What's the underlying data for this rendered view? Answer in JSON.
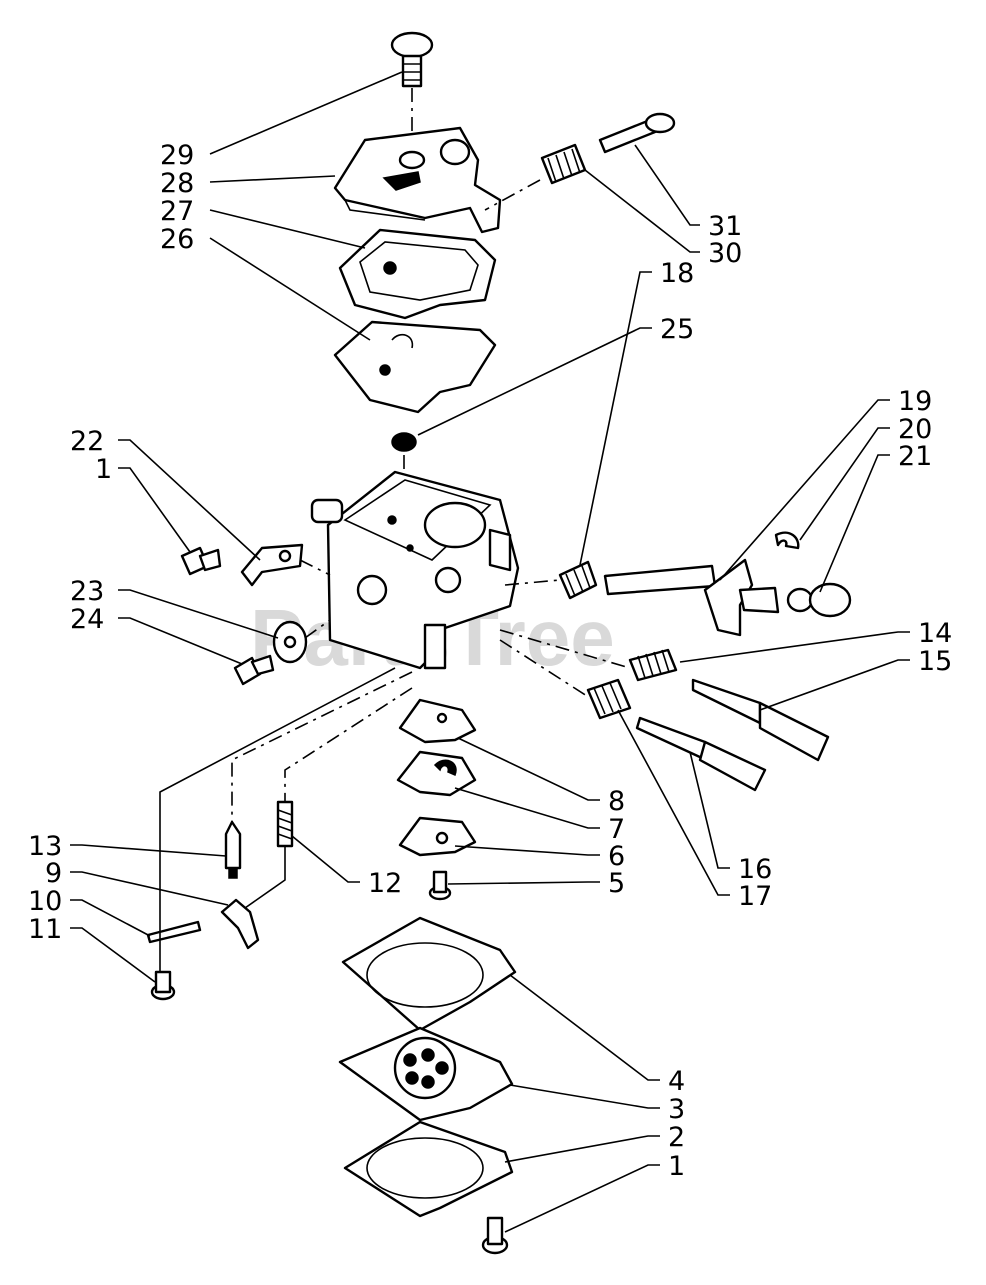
{
  "watermark": "PartsTree",
  "callouts": {
    "c1a": "1",
    "c1b": "1",
    "c2": "2",
    "c3": "3",
    "c4": "4",
    "c5": "5",
    "c6": "6",
    "c7": "7",
    "c8": "8",
    "c9": "9",
    "c10": "10",
    "c11": "11",
    "c12": "12",
    "c13": "13",
    "c14": "14",
    "c15": "15",
    "c16": "16",
    "c17": "17",
    "c18": "18",
    "c19": "19",
    "c20": "20",
    "c21": "21",
    "c22": "22",
    "c23": "23",
    "c24": "24",
    "c25": "25",
    "c26": "26",
    "c27": "27",
    "c28": "28",
    "c29": "29",
    "c30": "30",
    "c31": "31"
  }
}
